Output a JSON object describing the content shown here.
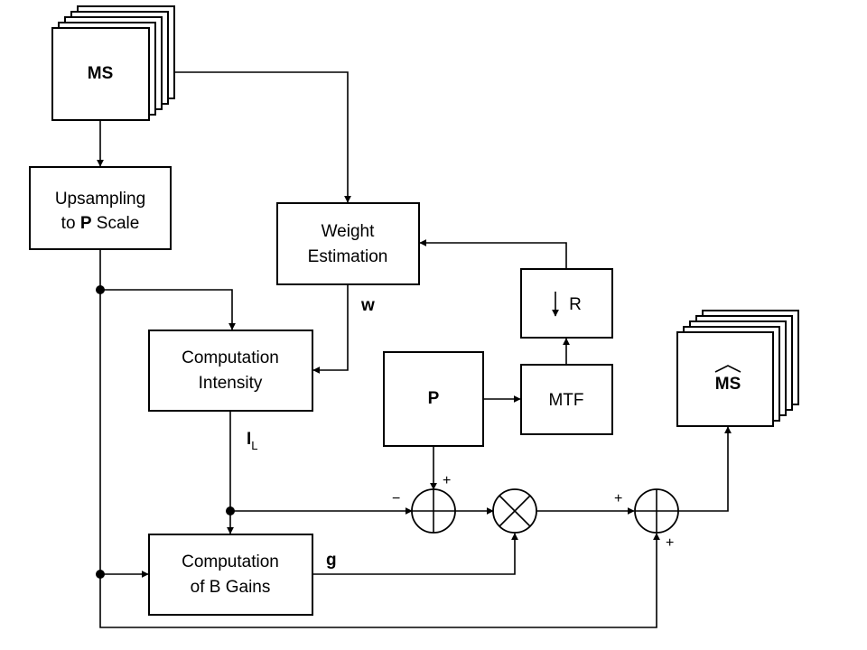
{
  "blocks": {
    "ms_input": "MS",
    "upsampling_line1": "Upsampling",
    "upsampling_to": "to",
    "upsampling_p": "P",
    "upsampling_scale": "Scale",
    "weight_line1": "Weight",
    "weight_line2": "Estimation",
    "downsample_label": "R",
    "computation_intensity_line1": "Computation",
    "computation_intensity_line2": "Intensity",
    "pan": "P",
    "mtf": "MTF",
    "gains_line1": "Computation",
    "gains_line2": "of B Gains",
    "ms_output": "MS"
  },
  "signals": {
    "weights": "w",
    "intensity_main": "I",
    "intensity_sub": "L",
    "gains": "g"
  },
  "signs": {
    "sub_pan": "+",
    "sub_intensity": "−",
    "add_product": "+",
    "add_upsampled": "+"
  }
}
